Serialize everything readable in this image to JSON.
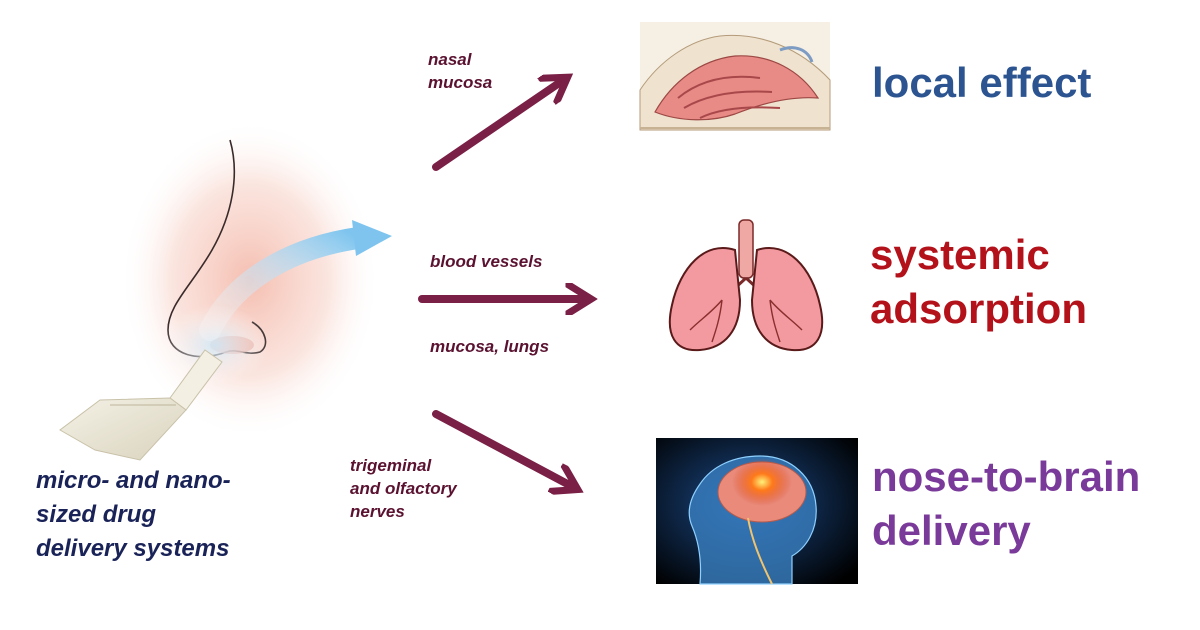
{
  "source": {
    "caption_lines": [
      "micro- and nano-",
      "sized drug",
      "delivery systems"
    ]
  },
  "routes": {
    "nasal": [
      "nasal",
      "mucosa"
    ],
    "blood_top": "blood vessels",
    "blood_bottom": "mucosa, lungs",
    "nerves": [
      "trigeminal",
      "and olfactory",
      "nerves"
    ]
  },
  "outcomes": {
    "local": "local effect",
    "systemic": [
      "systemic",
      "adsorption"
    ],
    "brain": [
      "nose-to-brain",
      "delivery"
    ]
  },
  "colors": {
    "arrow": "#7a1f45",
    "local": "#2c5491",
    "systemic": "#b3121b",
    "brain": "#7a3a9a",
    "caption": "#1a2358",
    "spray_arrow": "#7ec4ee"
  },
  "icons": [
    "nose-illustration",
    "spray-bottle-icon",
    "nasal-cavity-illustration",
    "lungs-illustration",
    "brain-head-illustration"
  ]
}
